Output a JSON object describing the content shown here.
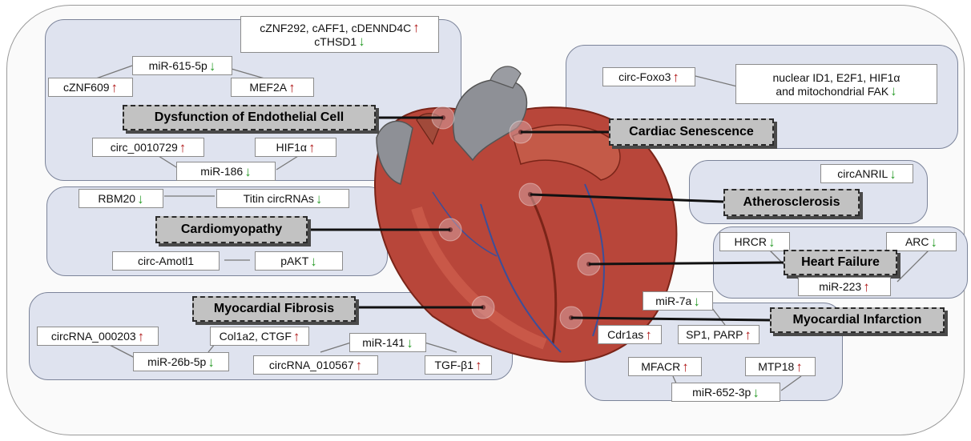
{
  "diseases": {
    "endothelial": "Dysfunction of Endothelial Cell",
    "senescence": "Cardiac Senescence",
    "atherosclerosis": "Atherosclerosis",
    "cardiomyopathy": "Cardiomyopathy",
    "heart_failure": "Heart Failure",
    "fibrosis": "Myocardial Fibrosis",
    "infarction": "Myocardial Infarction"
  },
  "labels": {
    "czfn292_line1": "cZNF292, cAFF1, cDENND4C",
    "cthsd1": "cTHSD1",
    "mir615": "miR-615-5p",
    "cznf609": "cZNF609",
    "mef2a": "MEF2A",
    "circ0010729": "circ_0010729",
    "hif1a": "HIF1α",
    "mir186": "miR-186",
    "foxo3": "circ-Foxo3",
    "nuclear_line1": "nuclear ID1, E2F1, HIF1α",
    "nuclear_line2": "and mitochondrial FAK",
    "canril": "circANRIL",
    "rbm20": "RBM20",
    "titin": "Titin circRNAs",
    "amotl1": "circ-Amotl1",
    "pakt": "pAKT",
    "hrcr": "HRCR",
    "arc": "ARC",
    "mir223": "miR-223",
    "mir7a": "miR-7a",
    "cdr1as": "Cdr1as",
    "sp1": "SP1, PARP",
    "mfacr": "MFACR",
    "mtp18": "MTP18",
    "mir652": "miR-652-3p",
    "circ000203": "circRNA_000203",
    "col1a2": "Col1a2, CTGF",
    "mir26b": "miR-26b-5p",
    "mir141": "miR-141",
    "circ010567": "circRNA_010567",
    "tgfb1": "TGF-β1"
  },
  "arrows": {
    "up": "↑",
    "down": "↓"
  },
  "colors": {
    "up": "#b01818",
    "down": "#2e9e2e",
    "panel": "#dfe3ef",
    "heart": "#b8463a",
    "vessel": "#8e9096"
  }
}
